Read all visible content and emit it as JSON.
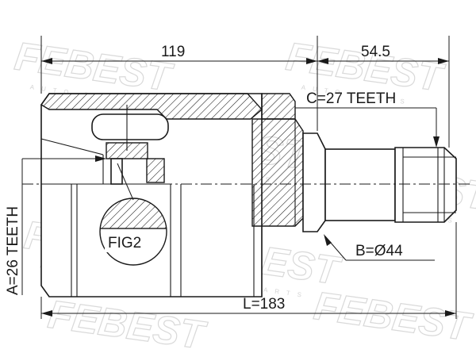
{
  "watermark": {
    "brand": "FEBEST",
    "tagline": "AUTO PARTS"
  },
  "dimensions": {
    "length_119": "119",
    "length_54_5": "54.5",
    "total_length": "L=183"
  },
  "callouts": {
    "spline_outer": "C=27 TEETH",
    "spline_inner": "A=26 TEETH",
    "seal_diameter": "B=Ø44",
    "detail_label": "FIG2"
  },
  "colors": {
    "line": "#1a1a1a",
    "watermark": "#d9d9d9"
  }
}
